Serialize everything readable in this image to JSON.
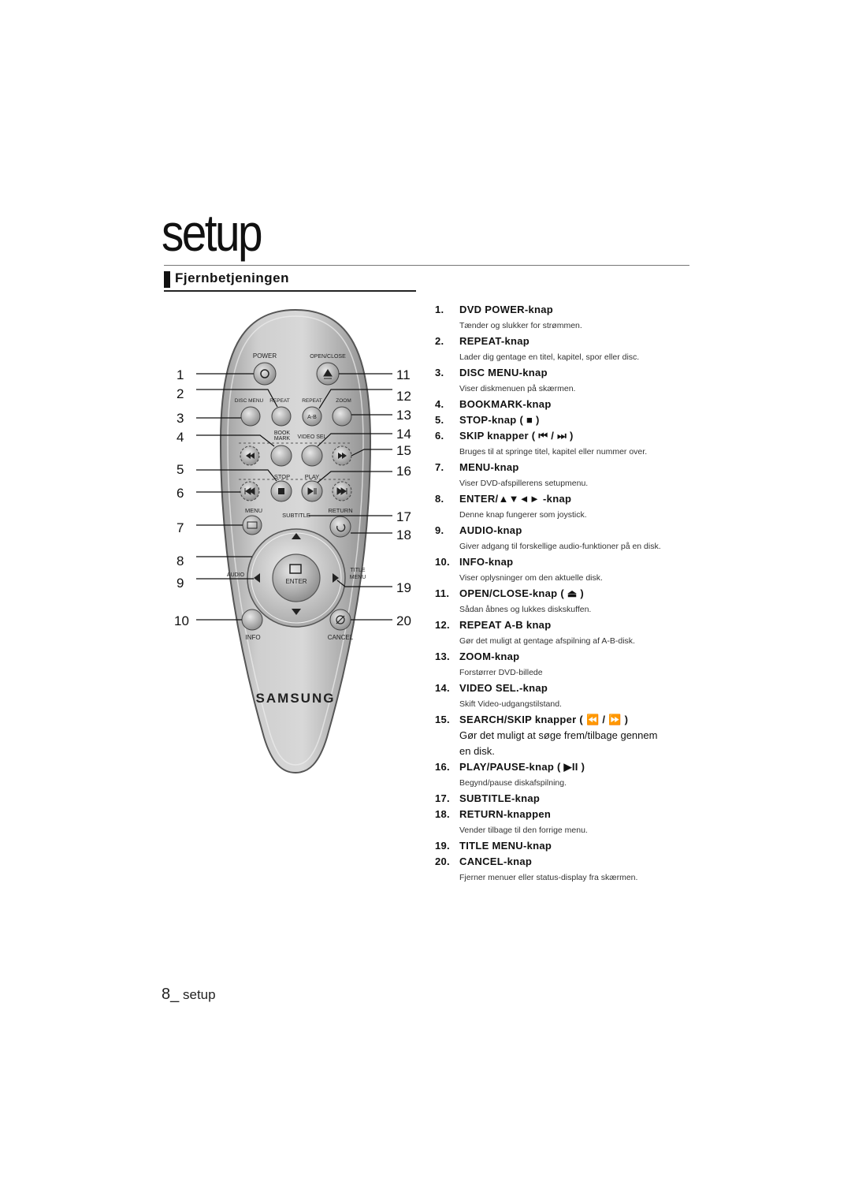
{
  "page": {
    "title": "setup",
    "section_heading": "Fjernbetjeningen",
    "footer_number": "8_",
    "footer_label": "setup"
  },
  "remote": {
    "labels": {
      "power": "POWER",
      "open_close": "OPEN/CLOSE",
      "disc_menu": "DISC MENU",
      "repeat": "REPEAT",
      "repeat2": "REPEAT",
      "zoom": "ZOOM",
      "ab": "A-B",
      "book": "BOOK",
      "mark": "MARK",
      "video_sel": "VIDEO SEL",
      "stop": "STOP",
      "play": "PLAY",
      "menu": "MENU",
      "subtitle": "SUBTITLE",
      "return": "RETURN",
      "audio": "AUDIO",
      "title": "TITLE",
      "menu2": "MENU",
      "enter": "ENTER",
      "info": "INFO",
      "cancel": "CANCEL",
      "brand": "SAMSUNG"
    },
    "callouts_left": [
      "1",
      "2",
      "3",
      "4",
      "5",
      "6",
      "7",
      "8",
      "9",
      "10"
    ],
    "callouts_right": [
      "11",
      "12",
      "13",
      "14",
      "15",
      "16",
      "17",
      "18",
      "19",
      "20"
    ]
  },
  "items": [
    {
      "num": "1.",
      "title": "DVD POWER-knap",
      "desc": "Tænder og slukker for strømmen."
    },
    {
      "num": "2.",
      "title": "REPEAT-knap",
      "desc": "Lader dig gentage en titel, kapitel, spor eller disc."
    },
    {
      "num": "3.",
      "title": "DISC MENU-knap",
      "desc": "Viser diskmenuen på skærmen."
    },
    {
      "num": "4.",
      "title": "BOOKMARK-knap"
    },
    {
      "num": "5.",
      "title": "STOP-knap ( ■ )"
    },
    {
      "num": "6.",
      "title": "SKIP knapper ( ⏮ / ⏭ )",
      "desc": "Bruges til at springe titel, kapitel eller nummer over."
    },
    {
      "num": "7.",
      "title": "MENU-knap",
      "desc": "Viser DVD-afspillerens setupmenu."
    },
    {
      "num": "8.",
      "title": "ENTER/▲▼◄► -knap",
      "desc": "Denne knap fungerer som joystick."
    },
    {
      "num": "9.",
      "title": "AUDIO-knap",
      "desc": "Giver adgang til forskellige audio-funktioner på en disk."
    },
    {
      "num": "10.",
      "title": "INFO-knap",
      "desc": "Viser oplysninger om den aktuelle disk."
    },
    {
      "num": "11.",
      "title": "OPEN/CLOSE-knap ( ⏏ )",
      "desc": "Sådan åbnes og lukkes diskskuffen."
    },
    {
      "num": "12.",
      "title": "REPEAT A-B knap",
      "desc": "Gør det muligt at gentage afspilning af A-B-disk."
    },
    {
      "num": "13.",
      "title": "ZOOM-knap",
      "desc": "Forstørrer DVD-billede"
    },
    {
      "num": "14.",
      "title": "VIDEO SEL.-knap",
      "desc": "Skift Video-udgangstilstand."
    },
    {
      "num": "15.",
      "title": "SEARCH/SKIP knapper ( ⏪ / ⏩ )",
      "desc": "Gør det muligt at søge frem/tilbage gennem en disk."
    },
    {
      "num": "16.",
      "title": "PLAY/PAUSE-knap ( ▶II )",
      "desc": "Begynd/pause diskafspilning."
    },
    {
      "num": "17.",
      "title": "SUBTITLE-knap"
    },
    {
      "num": "18.",
      "title": "RETURN-knappen",
      "desc": "Vender tilbage til den forrige menu."
    },
    {
      "num": "19.",
      "title": "TITLE MENU-knap"
    },
    {
      "num": "20.",
      "title": "CANCEL-knap",
      "desc": "Fjerner menuer eller status-display fra skærmen."
    }
  ]
}
